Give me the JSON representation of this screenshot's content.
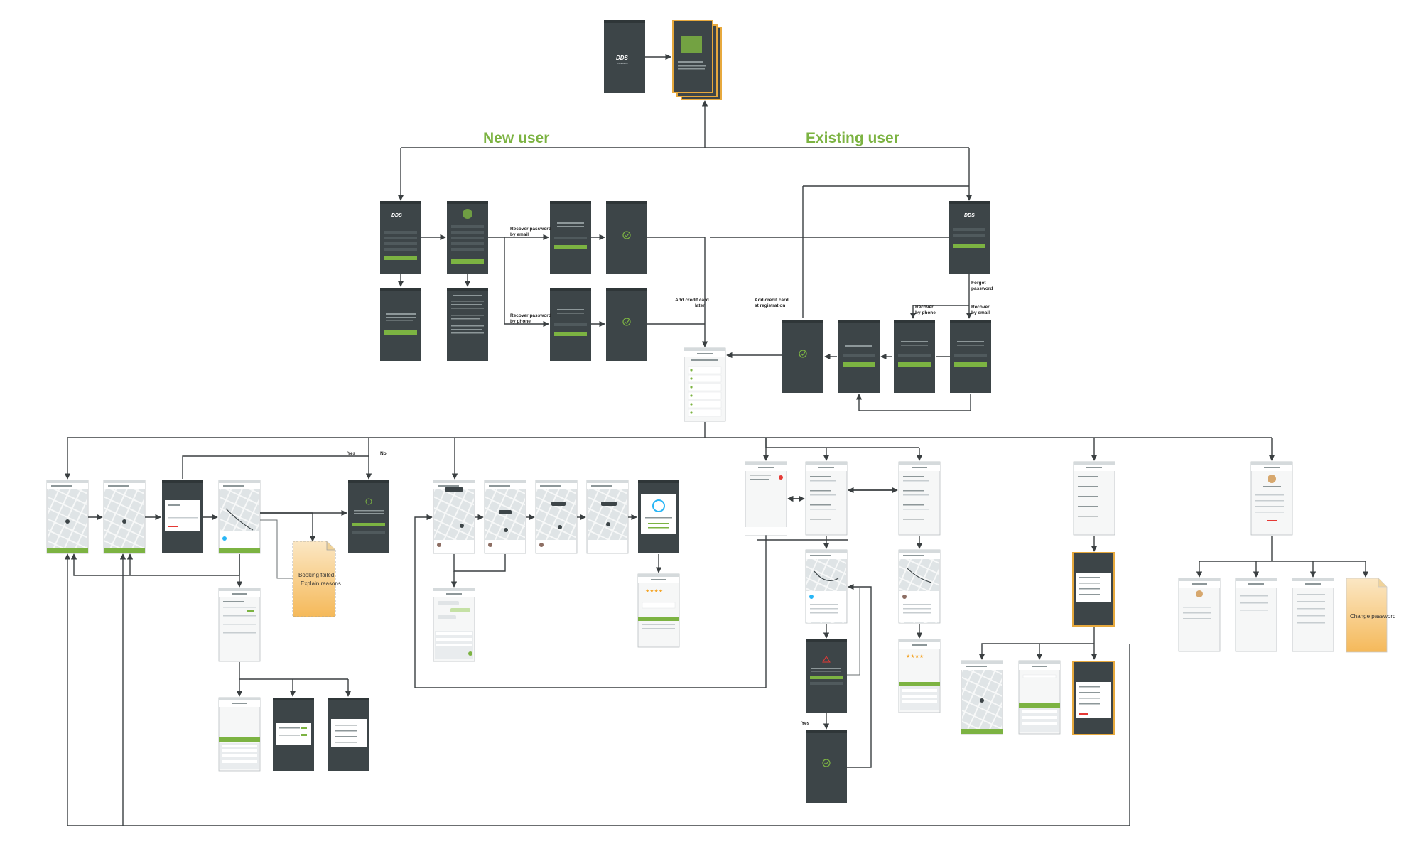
{
  "headings": {
    "new_user": "New user",
    "existing_user": "Existing user"
  },
  "brand": {
    "logo": "DDS",
    "sub": "WIRELESS"
  },
  "branch_labels": {
    "recover_email_left": [
      "Recover password",
      "by email"
    ],
    "recover_phone_left": [
      "Recover password",
      "by phone"
    ],
    "add_card_later": [
      "Add credit card",
      "later"
    ],
    "add_card_registration": [
      "Add credit card",
      "at registration"
    ],
    "forgot_password": [
      "Forgot",
      "password"
    ],
    "recover_phone_right": [
      "Recover",
      "by phone"
    ],
    "recover_email_right": [
      "Recover",
      "by email"
    ],
    "yes_top": "Yes",
    "no_top": "No",
    "yes_mid": "Yes"
  },
  "notes": {
    "booking_failed": [
      "Booking failed!",
      "Explain reasons"
    ],
    "change_password": "Change password"
  },
  "colors": {
    "accent": "#7cb342",
    "dark_screen": "#3d4548",
    "note_fill_top": "#fbe7c4",
    "note_fill_bottom": "#f5b95a"
  }
}
